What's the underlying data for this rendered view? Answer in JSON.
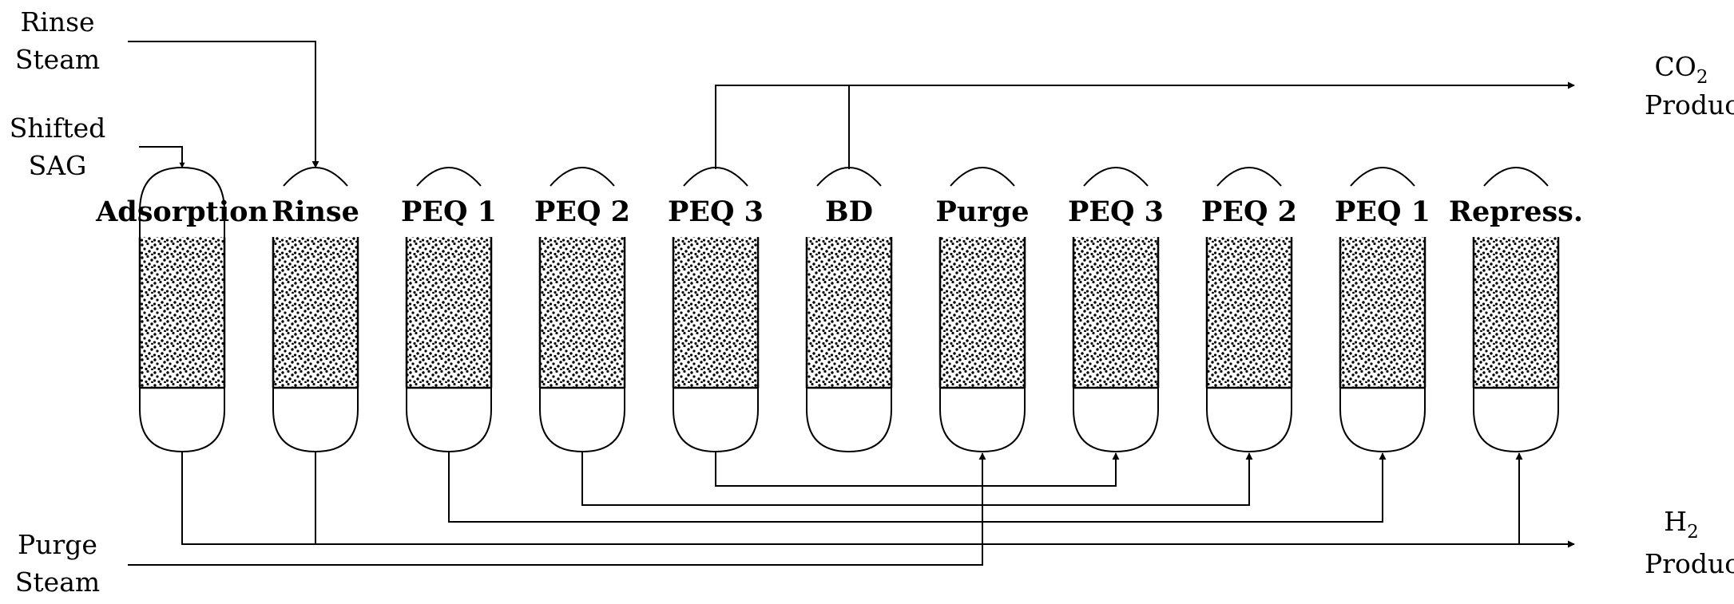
{
  "inputs": {
    "rinse_steam": [
      "Rinse",
      "Steam"
    ],
    "shifted_sag": [
      "Shifted",
      "SAG"
    ],
    "purge_steam": [
      "Purge",
      "Steam"
    ]
  },
  "outputs": {
    "co2_product": {
      "formula_base": "CO",
      "formula_subscript": "2",
      "label": "Product"
    },
    "h2_product": {
      "formula_base": "H",
      "formula_subscript": "2",
      "label": "Product"
    }
  },
  "steps": [
    "Adsorption",
    "Rinse",
    "PEQ 1",
    "PEQ 2",
    "PEQ 3",
    "BD",
    "Purge",
    "PEQ 3",
    "PEQ 2",
    "PEQ 1",
    "Repress."
  ]
}
